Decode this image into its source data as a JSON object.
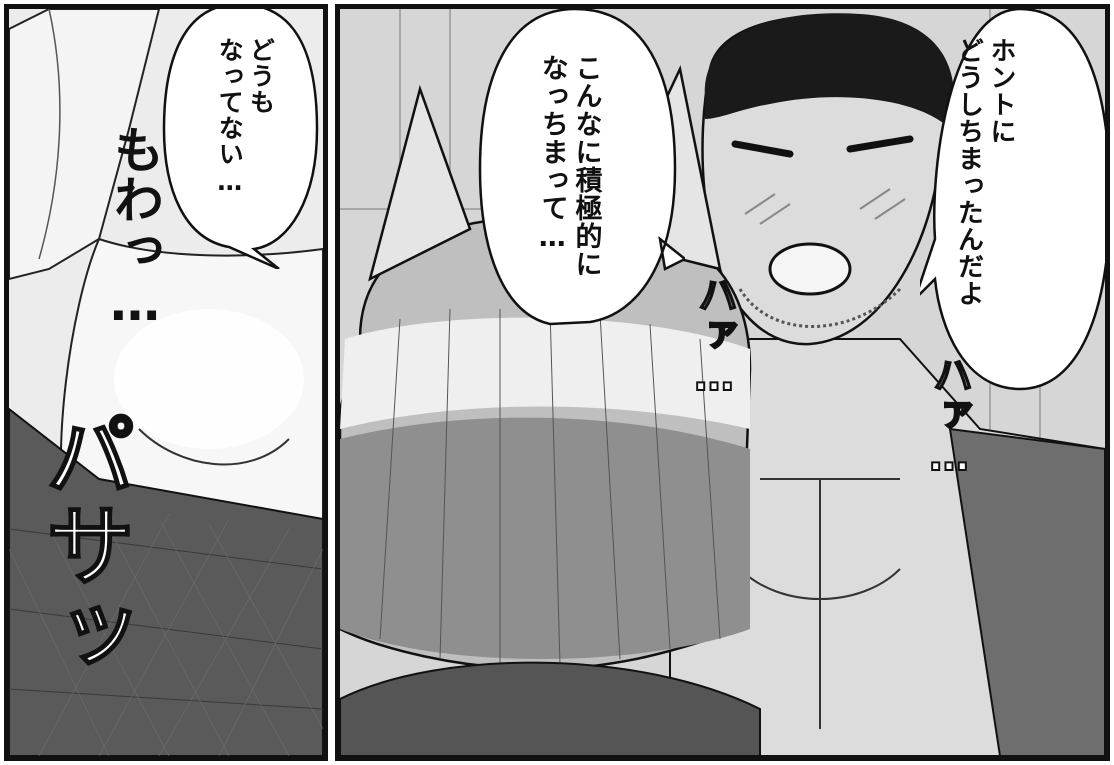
{
  "panels": {
    "left": {
      "speech": "どうも\nなってない…",
      "sfx_mowa": "もわっ…",
      "sfx_pasa": "パサッ"
    },
    "right": {
      "speech_center": "こんなに積極的に\nなっちまって…",
      "speech_right": "ホントに\nどうしちまったんだよ",
      "sfx_haa_left": "ハァ…",
      "sfx_haa_right": "ハァ…"
    }
  }
}
